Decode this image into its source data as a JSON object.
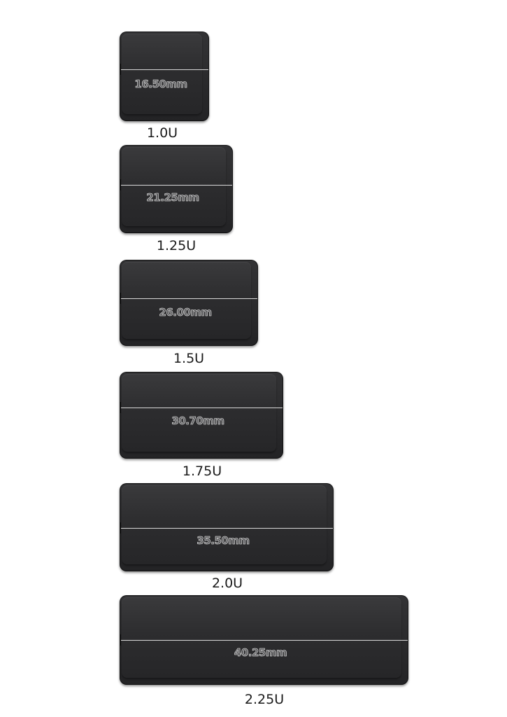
{
  "keycaps": [
    {
      "id": "1-0u",
      "size_label": "1.0U",
      "width_label": "16.50mm"
    },
    {
      "id": "1-25u",
      "size_label": "1.25U",
      "width_label": "21.25mm"
    },
    {
      "id": "1-5u",
      "size_label": "1.5U",
      "width_label": "26.00mm"
    },
    {
      "id": "1-75u",
      "size_label": "1.75U",
      "width_label": "30.70mm"
    },
    {
      "id": "2-0u",
      "size_label": "2.0U",
      "width_label": "35.50mm"
    },
    {
      "id": "2-25u",
      "size_label": "2.25U",
      "width_label": "40.25mm"
    }
  ]
}
